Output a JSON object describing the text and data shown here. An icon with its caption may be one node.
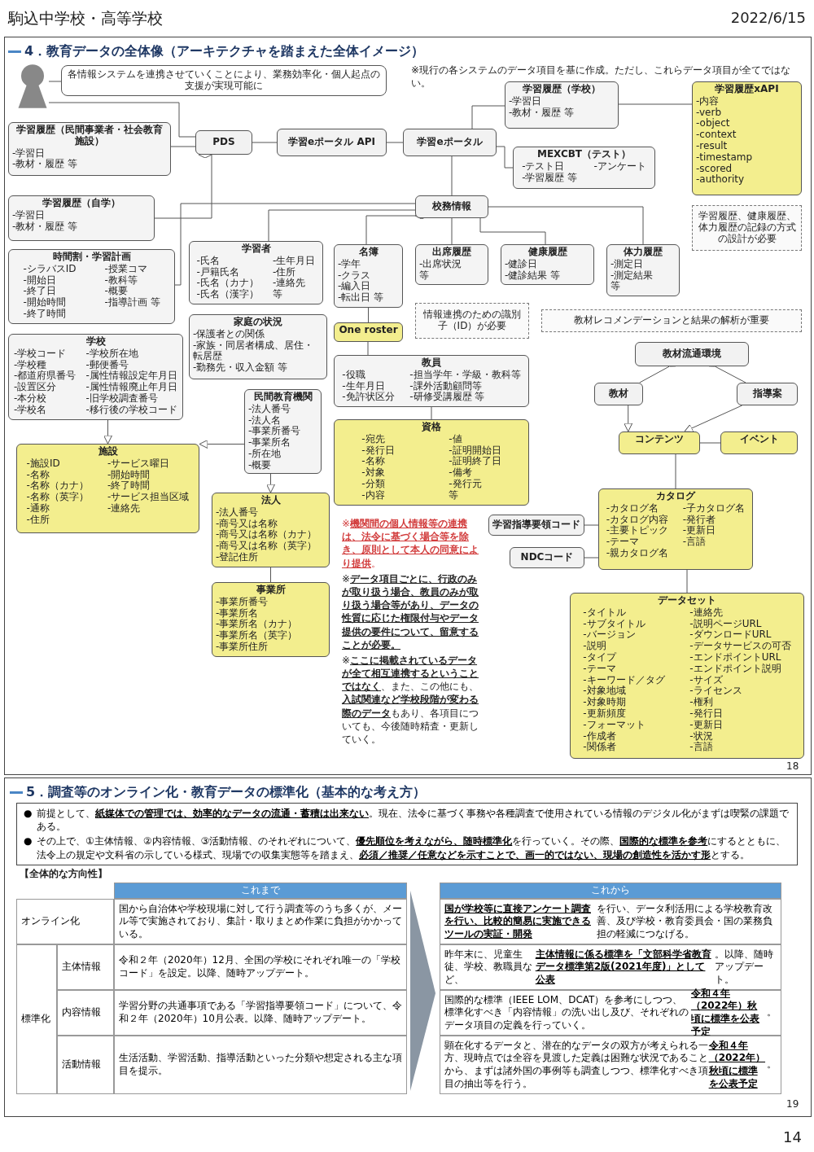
{
  "diagram": {
    "nodes": [
      {
        "text": [],
        "shape": "person"
      },
      {
        "text": [
          "各情報システムを連携させていくことにより、業務効率化・個人起点の支援が実現可能に"
        ]
      },
      {
        "text": [
          "学習履歴（民間事業者・社会教育施設）",
          "-学習日",
          "-教材・履歴 等"
        ]
      },
      {
        "text": [
          "PDS"
        ]
      },
      {
        "text": [
          "学習eポータル API"
        ]
      },
      {
        "text": [
          "学習eポータル"
        ]
      },
      {
        "text": [
          "MEXCBT（テスト）",
          "-テスト日",
          "-学習履歴 等",
          "-アンケート"
        ]
      },
      {
        "text": [
          "学習履歴（学校）",
          "-学習日",
          "-教材・履歴 等"
        ]
      },
      {
        "text": [
          "学習履歴xAPI",
          "-内容",
          "-verb",
          "-object",
          "-context",
          "-result",
          "-timestamp",
          "-scored",
          "-authority"
        ]
      },
      {
        "text": [
          "学習履歴（自学）",
          "-学習日",
          "-教材・履歴 等"
        ]
      },
      {
        "text": [
          "校務情報"
        ]
      },
      {
        "text": [
          "学習者",
          "-氏名",
          "-戸籍氏名",
          "-氏名（カナ）",
          "-氏名（漢字）",
          "-生年月日",
          "-住所",
          "-連絡先",
          "等"
        ]
      },
      {
        "text": [
          "名簿",
          "-学年",
          "-クラス",
          "-編入日",
          "-転出日 等"
        ]
      },
      {
        "text": [
          "出席履歴",
          "-出席状況",
          "等"
        ]
      },
      {
        "text": [
          "健康履歴",
          "-健診日",
          "-健診結果 等"
        ]
      },
      {
        "text": [
          "体力履歴",
          "-測定日",
          "-測定結果",
          "等"
        ]
      },
      {
        "text": [
          "学習履歴、健康履歴、体力履歴の記録の方式の設計が必要"
        ]
      },
      {
        "text": [
          "時間割・学習計画",
          "-シラバスID",
          "-開始日",
          "-終了日",
          "-開始時間",
          "-終了時間",
          "-授業コマ",
          "-教科等",
          "-概要",
          "-指導計画 等"
        ]
      },
      {
        "text": [
          "家庭の状況",
          "-保護者との関係",
          "-家族・同居者構成、居住・転居歴",
          "-勤務先・収入金額 等"
        ]
      },
      {
        "text": [
          "One roster"
        ]
      },
      {
        "text": [
          "情報連携のための識別子（ID）が必要"
        ]
      },
      {
        "text": [
          "教材レコメンデーションと結果の解析が重要"
        ]
      },
      {
        "text": [
          "教材流通環境"
        ]
      },
      {
        "text": [
          "学校",
          "-学校コード",
          "-学校種",
          "-都道府県番号",
          "-設置区分",
          "-本分校",
          "-学校名",
          "-学校所在地",
          "-郵便番号",
          "-属性情報設定年月日",
          "-属性情報廃止年月日",
          "-旧学校調査番号",
          "-移行後の学校コード"
        ]
      },
      {
        "text": [
          "民間教育機関",
          "-法人番号",
          "-法人名",
          "-事業所番号",
          "-事業所名",
          "-所在地",
          "-概要"
        ]
      },
      {
        "text": [
          "教員",
          "-役職",
          "-生年月日",
          "-免許状区分",
          "-担当学年・学級・教科等",
          "-課外活動顧問等",
          "-研修受講履歴 等"
        ]
      },
      {
        "text": [
          "教材"
        ]
      },
      {
        "text": [
          "指導案"
        ]
      },
      {
        "text": [
          "資格",
          "-宛先",
          "-発行日",
          "-名称",
          "-対象",
          "-分類",
          "-内容",
          "-値",
          "-証明開始日",
          "-証明終了日",
          "-備考",
          "-発行元",
          "等"
        ]
      },
      {
        "text": [
          "コンテンツ"
        ]
      },
      {
        "text": [
          "イベント"
        ]
      },
      {
        "text": [
          "学習指導要領コード"
        ]
      },
      {
        "text": [
          "NDCコード"
        ]
      },
      {
        "text": [
          "カタログ",
          "-カタログ名",
          "-カタログ内容",
          "-主要トピック",
          "-テーマ",
          "-親カタログ名",
          "-子カタログ名",
          "-発行者",
          "-更新日",
          "-言語"
        ]
      },
      {
        "text": [
          "データセット",
          "-タイトル",
          "-サブタイトル",
          "-バージョン",
          "-説明",
          "-タイプ",
          "-テーマ",
          "-キーワード／タグ",
          "-対象地域",
          "-対象時期",
          "-更新頻度",
          "-フォーマット",
          "-作成者",
          "-関係者",
          "-連絡先",
          "-説明ページURL",
          "-ダウンロードURL",
          "-データサービスの可否",
          "-エンドポイントURL",
          "-エンドポイント説明",
          "-サイズ",
          "-ライセンス",
          "-権利",
          "-発行日",
          "-更新日",
          "-状況",
          "-言語"
        ]
      },
      {
        "text": [
          "施設",
          "-施設ID",
          "-名称",
          "-名称（カナ）",
          "-名称（英字）",
          "-通称",
          "-住所",
          "-サービス曜日",
          "-開始時間",
          "-終了時間",
          "-サービス担当区域",
          "-連絡先"
        ]
      },
      {
        "text": [
          "法人",
          "-法人番号",
          "-商号又は名称",
          "-商号又は名称（カナ）",
          "-商号又は名称（英字）",
          "-登記住所"
        ]
      },
      {
        "text": [
          "事業所",
          "-事業所番号",
          "-事業所名",
          "-事業所名（カナ）",
          "-事業所名（英字）",
          "-事業所住所"
        ]
      }
    ],
    "edges": [
      {
        "from": 3,
        "to": 0,
        "arrow": "other"
      },
      {
        "from": 3,
        "to": 2,
        "arrow": "other"
      },
      {
        "from": 3,
        "to": 9,
        "arrow": "other"
      },
      {
        "from": 3,
        "to": 4,
        "arrow": "none"
      },
      {
        "from": 4,
        "to": 5,
        "arrow": "none"
      },
      {
        "from": 5,
        "to": 6,
        "arrow": "other"
      },
      {
        "from": 5,
        "to": 7,
        "arrow": "other"
      },
      {
        "from": 5,
        "to": 10,
        "arrow": "other"
      },
      {
        "from": 10,
        "to": 17,
        "arrow": "other"
      },
      {
        "from": 10,
        "to": 11,
        "arrow": "other"
      },
      {
        "from": 10,
        "to": 12,
        "arrow": "other"
      },
      {
        "from": 10,
        "to": 13,
        "arrow": "other"
      },
      {
        "from": 10,
        "to": 14,
        "arrow": "other"
      },
      {
        "from": 10,
        "to": 15,
        "arrow": "other"
      },
      {
        "from": 12,
        "to": 19,
        "arrow": "none"
      },
      {
        "from": 19,
        "to": 25,
        "arrow": "none"
      },
      {
        "from": 25,
        "to": 28,
        "arrow": "none"
      },
      {
        "from": 23,
        "to": 35,
        "arrow": "to"
      },
      {
        "from": 24,
        "to": 35,
        "arrow": "to"
      },
      {
        "from": 24,
        "to": 36,
        "arrow": "to"
      },
      {
        "from": 36,
        "to": 37,
        "arrow": "none"
      },
      {
        "from": 22,
        "to": 26,
        "arrow": "other"
      },
      {
        "from": 22,
        "to": 27,
        "arrow": "other"
      },
      {
        "from": 26,
        "to": 29,
        "arrow": "to"
      },
      {
        "from": 27,
        "to": 29,
        "arrow": "to"
      },
      {
        "from": 29,
        "to": 30,
        "arrow": "none"
      },
      {
        "from": 29,
        "to": 33,
        "arrow": "none"
      },
      {
        "from": 31,
        "to": 33,
        "arrow": "none"
      },
      {
        "from": 32,
        "to": 33,
        "arrow": "none"
      },
      {
        "from": 33,
        "to": 34,
        "arrow": "other"
      },
      {
        "from": 1,
        "to": 0,
        "arrow": "none"
      },
      {
        "from": 8,
        "to": 7,
        "arrow": "none"
      }
    ],
    "labels": [
      "駒込中学校・高等学校",
      "2022/6/15",
      "4．教育データの全体像（アーキテクチャを踏まえた全体イメージ）",
      "※現行の各システムのデータ項目を基に作成。ただし、これらデータ項目が全てではない。",
      "※**機関間の個人情報等の連携は、法令に基づく場合等を除き、原則として本人の同意により提供**。",
      "※**データ項目ごとに、行政のみが取り扱う場合、教員のみが取り扱う場合等があり、データの性質に応じた権限付与やデータ提供の要件について、留意することが必要。**",
      "※**ここに掲載されているデータが全て相互連携するということではなく**、また、この他にも、**入試関連など学校段階が変わる際のデータ**もあり、各項目についても、今後随時精査・更新していく。",
      "18",
      "5．調査等のオンライン化・教育データの標準化（基本的な考え方）",
      "●",
      "前提として、**紙媒体での管理では、効率的なデータの流通・蓄積は出来ない**。現在、法令に基づく事務や各種調査で使用されている情報のデジタル化がまずは喫緊の課題である。",
      "●",
      "その上で、①主体情報、②内容情報、③活動情報、のそれぞれについて、**優先順位を考えながら、随時標準化**を行っていく。その際、**国際的な標準を参考**にするとともに、法令上の規定や文科省の示している様式、現場での収集実態等を踏まえ、**必須／推奨／任意などを示すことで、画一的ではない、現場の創造性を活かす形**とする。",
      "【全体的な方向性】",
      "これまで",
      "これから",
      "オンライン化",
      "国から自治体や学校現場に対して行う調査等のうち多くが、メール等で実施されており、集計・取りまとめ作業に負担がかかっている。",
      "**国が学校等に直接アンケート調査を行い、比較的簡易に実施できるツールの実証・開発**を行い、データ利活用による学校教育改善、及び学校・教育委員会・国の業務負担の軽減につなげる。",
      "標準化",
      "主体情報",
      "令和２年（2020年）12月、全国の学校にそれぞれ唯一の「学校コード」を設定。以降、随時アップデート。",
      "昨年末に、児童生徒、学校、教職員など、**主体情報に係る標準を「文部科学省教育データ標準第2版(2021年度)」として公表**。以降、随時アップデート。",
      "内容情報",
      "学習分野の共通事項である「学習指導要領コード」について、令和２年（2020年）10月公表。以降、随時アップデート。",
      "国際的な標準（IEEE LOM、DCAT）を参考にしつつ、標準化すべき「内容情報」の洗い出し及び、それぞれのデータ項目の定義を行っていく。**令和４年（2022年）秋頃に標準を公表予定**。",
      "活動情報",
      "生活活動、学習活動、指導活動といった分類や想定される主な項目を提示。",
      "顕在化するデータと、潜在的なデータの双方が考えられる一方、現時点では全容を見渡した定義は困難な状況であることから、まずは諸外国の事例等も調査しつつ、標準化すべき項目の抽出等を行う。**令和４年（2022年）秋頃に標準を公表予定**。",
      "19",
      "14"
    ]
  }
}
